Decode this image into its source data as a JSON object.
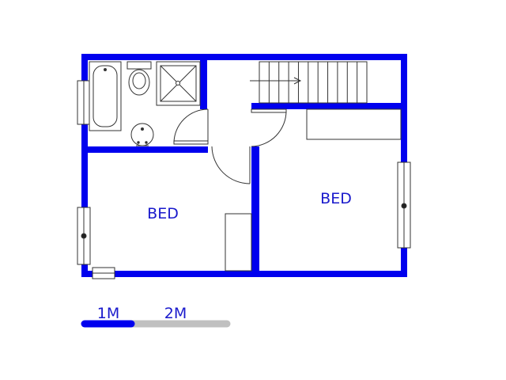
{
  "rooms": [
    {
      "label": "BED"
    },
    {
      "label": "BED"
    }
  ],
  "scale": {
    "labels": [
      "1M",
      "2M"
    ]
  },
  "colors": {
    "wall": "#0000ee",
    "fixture": "#333333",
    "scale_active": "#0000ee",
    "scale_inactive": "#c0c0c0",
    "label": "#1a1acc"
  },
  "icons": {
    "bathtub": "bathtub-icon",
    "toilet": "toilet-icon",
    "shower": "shower-icon",
    "basin": "basin-icon",
    "stairs": "stairs-icon"
  }
}
